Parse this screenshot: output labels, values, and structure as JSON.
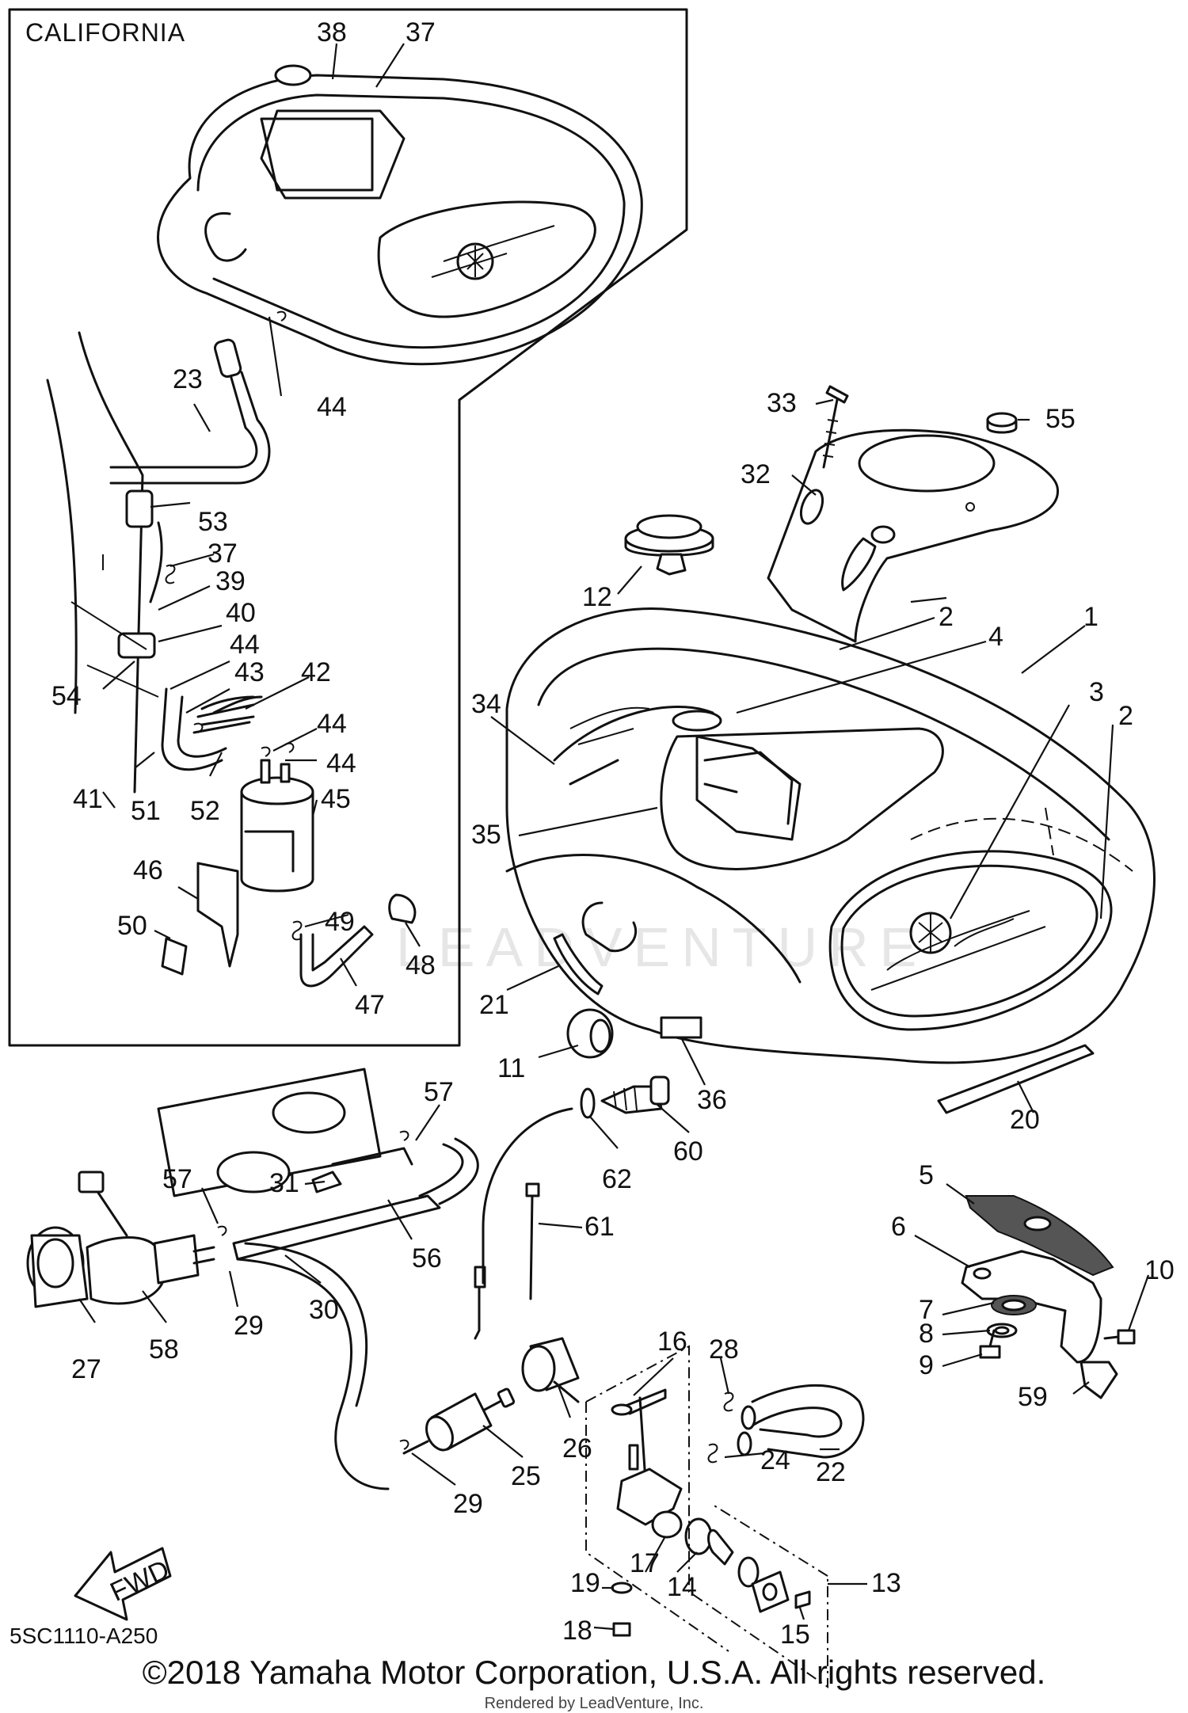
{
  "inset_title": "CALIFORNIA",
  "diagram_code": "5SC1110-A250",
  "fwd_label": "FWD",
  "watermark": "LEADVENTURE",
  "copyright": "©2018 Yamaha Motor Corporation, U.S.A. All rights reserved.",
  "rendered_by": "Rendered by LeadVenture, Inc.",
  "callouts": {
    "c1": "1",
    "c2a": "2",
    "c2b": "2",
    "c3": "3",
    "c4": "4",
    "c5": "5",
    "c6": "6",
    "c7": "7",
    "c8": "8",
    "c9": "9",
    "c10": "10",
    "c11": "11",
    "c12": "12",
    "c13": "13",
    "c14": "14",
    "c15": "15",
    "c16": "16",
    "c17": "17",
    "c18": "18",
    "c19": "19",
    "c20": "20",
    "c21": "21",
    "c22": "22",
    "c23": "23",
    "c24": "24",
    "c25": "25",
    "c26": "26",
    "c27": "27",
    "c28": "28",
    "c29a": "29",
    "c29b": "29",
    "c30": "30",
    "c31": "31",
    "c32": "32",
    "c33": "33",
    "c34": "34",
    "c35": "35",
    "c36": "36",
    "c37a": "37",
    "c37b": "37",
    "c38": "38",
    "c39": "39",
    "c40": "40",
    "c41": "41",
    "c42": "42",
    "c43": "43",
    "c44a": "44",
    "c44b": "44",
    "c44c": "44",
    "c44d": "44",
    "c45": "45",
    "c46": "46",
    "c47": "47",
    "c48": "48",
    "c49": "49",
    "c50": "50",
    "c51": "51",
    "c52": "52",
    "c53": "53",
    "c54": "54",
    "c55": "55",
    "c56": "56",
    "c57a": "57",
    "c57b": "57",
    "c58": "58",
    "c59": "59",
    "c60": "60",
    "c61": "61",
    "c62": "62"
  }
}
